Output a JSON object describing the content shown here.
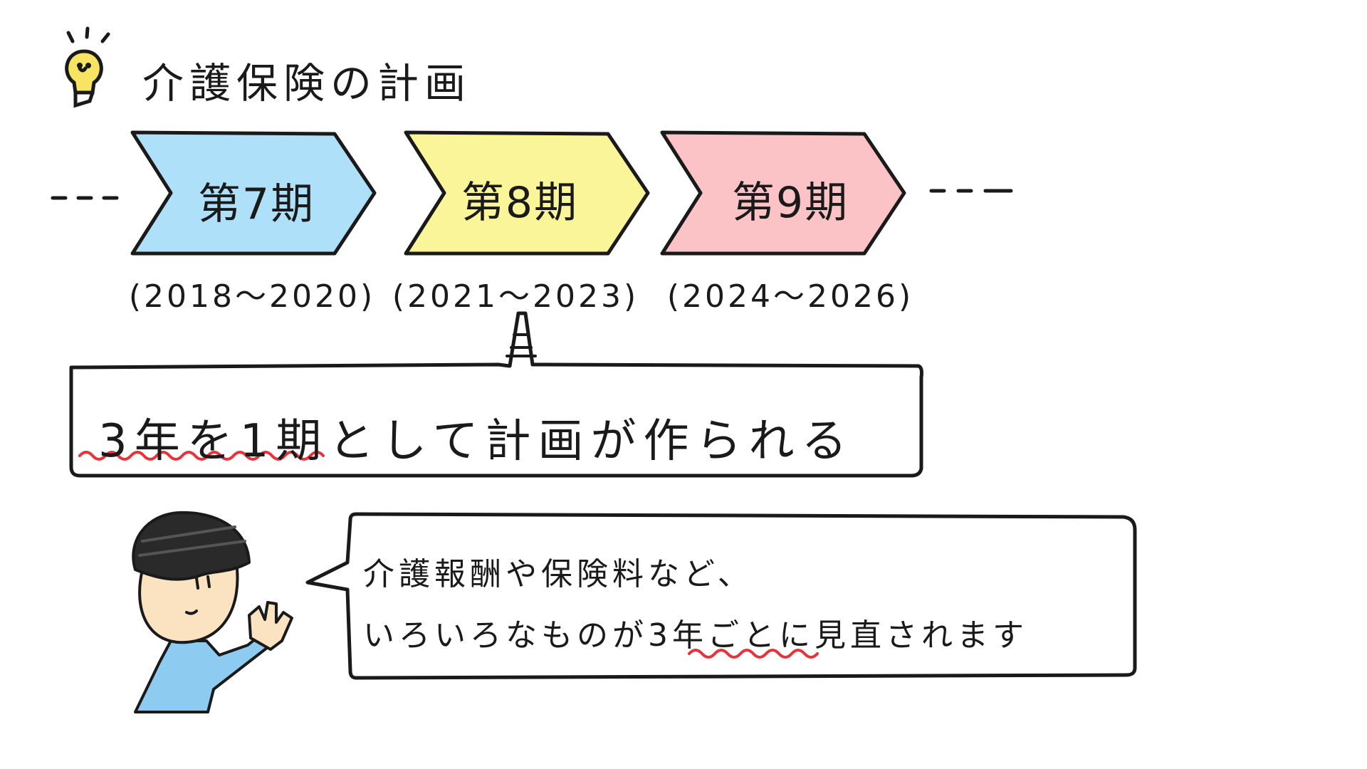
{
  "title": "介護保険の計画",
  "periods": [
    {
      "label": "第7期",
      "years": "(2018〜2020)",
      "color": "#aee0fa"
    },
    {
      "label": "第8期",
      "years": "(2021〜2023)",
      "color": "#fbf59a"
    },
    {
      "label": "第9期",
      "years": "(2024〜2026)",
      "color": "#fbc3c6"
    }
  ],
  "callout": {
    "text": "3年を1期として計画が作られる"
  },
  "speech": {
    "line1": "介護報酬や保険料など、",
    "line2": "いろいろなものが3年ごとに見直されます"
  },
  "colors": {
    "ink": "#1a1a1a",
    "underline": "#e8323c",
    "bulb": "#f7e463",
    "skin": "#fbe3c1",
    "shirt": "#8ecbf0"
  },
  "icons": [
    "lightbulb-icon",
    "person-illustration"
  ]
}
